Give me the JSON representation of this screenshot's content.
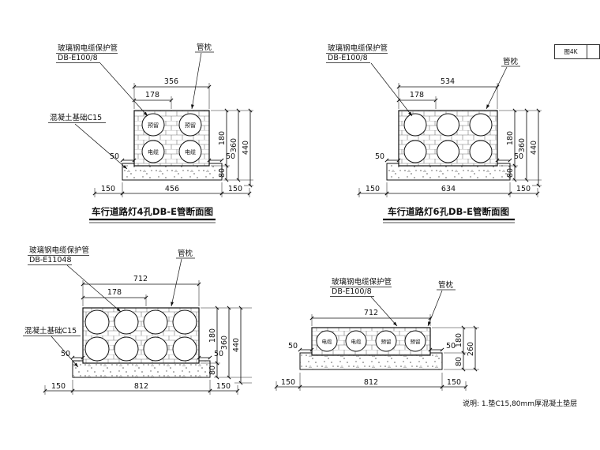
{
  "page": {
    "title_block": {
      "cell1": "图4K",
      "cell2": ""
    },
    "note": "说明: 1.垫C15,80mm厚混凝土垫层"
  },
  "colors": {
    "line": "#111111",
    "background": "#ffffff"
  },
  "d4": {
    "title": "车行道路灯4孔DB-E管断面图",
    "labels": {
      "pipe_line1": "玻璃钢电缆保护管",
      "pipe_line2": "DB-E100/8",
      "pillow": "管枕",
      "foundation": "混凝土基础C15"
    },
    "holes": [
      "预留",
      "预留",
      "电缆",
      "电缆"
    ],
    "dims": {
      "w_top": "356",
      "w_inner": "178",
      "w_base": "456",
      "side_l": "150",
      "side_r": "150",
      "h1": "180",
      "h2": "360",
      "h3": "440",
      "base_h": "80",
      "ledge_l": "50",
      "ledge_r": "50"
    }
  },
  "d6": {
    "title": "车行道路灯6孔DB-E管断面图",
    "labels": {
      "pipe_line1": "玻璃钢电缆保护管",
      "pipe_line2": "DB-E100/8",
      "pillow": "管枕"
    },
    "dims": {
      "w_top": "534",
      "w_inner": "178",
      "w_base": "634",
      "side_l": "150",
      "side_r": "150",
      "h1": "180",
      "h2": "360",
      "h3": "440",
      "base_h": "80",
      "ledge_l": "50",
      "ledge_r": "50"
    }
  },
  "d8": {
    "labels": {
      "pipe_line1": "玻璃钢电缆保护管",
      "pipe_line2": "DB-E11048",
      "pillow": "管枕",
      "foundation": "混凝土基础C15"
    },
    "dims": {
      "w_top": "712",
      "w_inner": "178",
      "w_base": "812",
      "side_l": "150",
      "side_r": "150",
      "h1": "180",
      "h2": "360",
      "h3": "440",
      "base_h": "80",
      "ledge_l": "50",
      "ledge_r": "50"
    }
  },
  "ds": {
    "labels": {
      "pipe_line1": "玻璃钢电缆保护管",
      "pipe_line2": "DB-E100/8",
      "pillow": "管枕"
    },
    "holes": [
      "电缆",
      "电缆",
      "预留",
      "预留"
    ],
    "dims": {
      "w_top": "712",
      "w_base": "812",
      "side_l": "150",
      "side_r": "150",
      "h1": "180",
      "h2": "260",
      "base_h": "80",
      "ledge_l": "50",
      "ledge_r": "50"
    }
  }
}
